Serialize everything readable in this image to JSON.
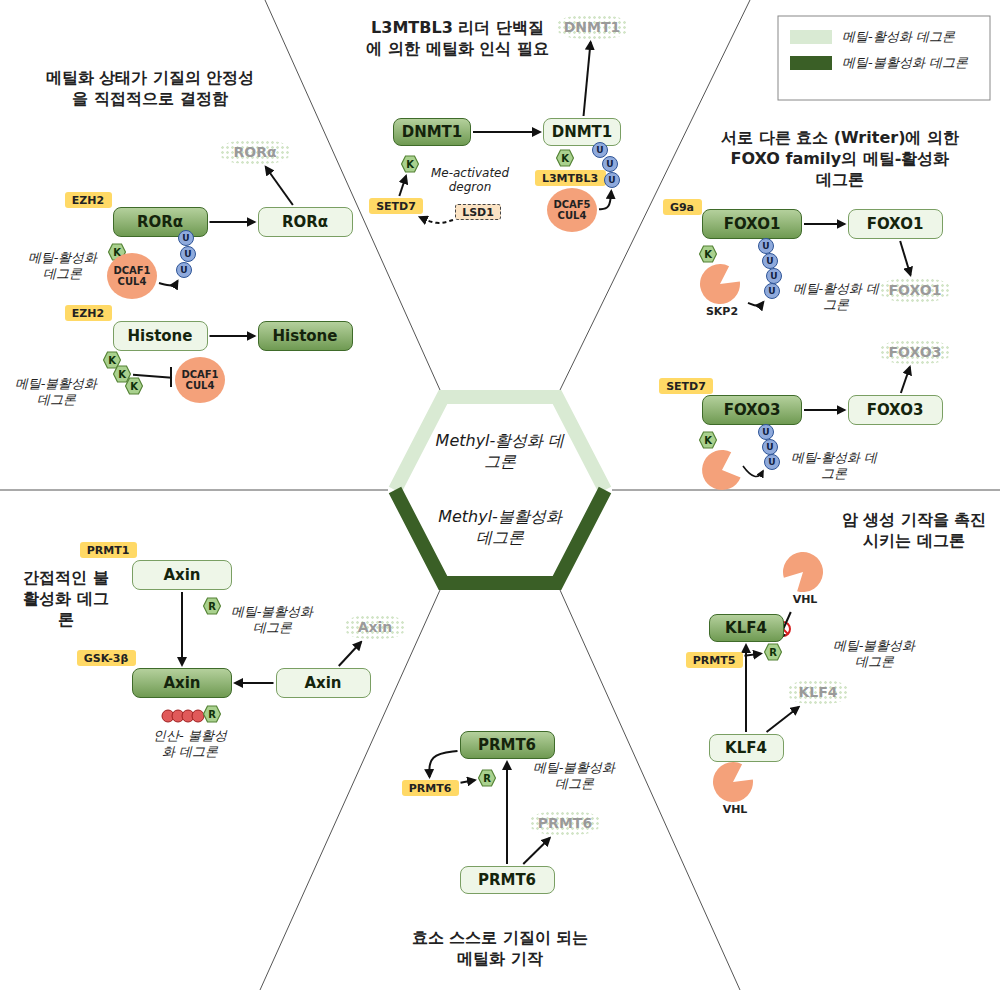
{
  "diagram": {
    "nodes": [
      {
        "text": [
          "EZH2"
        ]
      },
      {
        "text": [
          "RORα"
        ]
      },
      {
        "text": [
          "K"
        ]
      },
      {
        "text": [
          "DCAF1 CUL4"
        ]
      },
      {
        "text": [
          "U"
        ]
      },
      {
        "text": [
          "U"
        ]
      },
      {
        "text": [
          "U"
        ]
      },
      {
        "text": [
          "RORα"
        ]
      },
      {
        "text": [
          "RORα"
        ]
      },
      {
        "text": [
          "EZH2"
        ]
      },
      {
        "text": [
          "Histone"
        ]
      },
      {
        "text": [
          "K"
        ]
      },
      {
        "text": [
          "K"
        ]
      },
      {
        "text": [
          "K"
        ]
      },
      {
        "text": [
          "DCAF1 CUL4"
        ]
      },
      {
        "text": [
          "Histone"
        ]
      },
      {
        "text": [
          "DNMT1"
        ]
      },
      {
        "text": [
          "K"
        ]
      },
      {
        "text": [
          "SETD7"
        ]
      },
      {
        "text": [
          "LSD1"
        ]
      },
      {
        "text": [
          "DNMT1"
        ]
      },
      {
        "text": [
          "DNMT1"
        ]
      },
      {
        "text": [
          "K"
        ]
      },
      {
        "text": [
          "L3MTBL3"
        ]
      },
      {
        "text": [
          "DCAF5 CUL4"
        ]
      },
      {
        "text": [
          "U"
        ]
      },
      {
        "text": [
          "U"
        ]
      },
      {
        "text": [
          "U"
        ]
      },
      {
        "text": [
          "G9a"
        ]
      },
      {
        "text": [
          "FOXO1"
        ]
      },
      {
        "text": [
          "K"
        ]
      },
      {
        "text": [
          "SKP2"
        ]
      },
      {
        "text": [
          "U"
        ]
      },
      {
        "text": [
          "U"
        ]
      },
      {
        "text": [
          "U"
        ]
      },
      {
        "text": [
          "U"
        ]
      },
      {
        "text": [
          "FOXO1"
        ]
      },
      {
        "text": [
          "FOXO1"
        ]
      },
      {
        "text": [
          "SETD7"
        ]
      },
      {
        "text": [
          "FOXO3"
        ]
      },
      {
        "text": [
          "K"
        ]
      },
      {
        "text": [
          "U"
        ]
      },
      {
        "text": [
          "U"
        ]
      },
      {
        "text": [
          "U"
        ]
      },
      {
        "text": [
          "FOXO3"
        ]
      },
      {
        "text": [
          "FOXO3"
        ]
      },
      {
        "text": [
          "Methyl-활성화 데그론",
          "Methyl-불활성화 데그론"
        ]
      },
      {
        "text": [
          "PRMT1"
        ]
      },
      {
        "text": [
          "Axin"
        ]
      },
      {
        "text": [
          "R"
        ]
      },
      {
        "text": [
          "GSK-3β"
        ]
      },
      {
        "text": [
          "Axin"
        ]
      },
      {
        "text": [
          "R"
        ]
      },
      {
        "text": [
          "Axin"
        ]
      },
      {
        "text": [
          "Axin"
        ]
      },
      {
        "text": [
          "PRMT6"
        ]
      },
      {
        "text": [
          "R"
        ]
      },
      {
        "text": [
          "PRMT6"
        ]
      },
      {
        "text": [
          "PRMT6"
        ]
      },
      {
        "text": [
          "PRMT6"
        ]
      },
      {
        "text": [
          "VHL"
        ]
      },
      {
        "text": [
          "KLF4"
        ]
      },
      {
        "text": [
          "R"
        ]
      },
      {
        "text": [
          "PRMT5"
        ]
      },
      {
        "text": [
          "KLF4"
        ]
      },
      {
        "text": [
          "VHL"
        ]
      },
      {
        "text": [
          "KLF4"
        ]
      }
    ],
    "edges": [
      {
        "from": 3,
        "to": 6,
        "arrow": "to"
      },
      {
        "from": 1,
        "to": 7,
        "arrow": "to"
      },
      {
        "from": 7,
        "to": 8,
        "arrow": "to"
      },
      {
        "from": 12,
        "to": 14,
        "arrow": "none"
      },
      {
        "from": 10,
        "to": 15,
        "arrow": "to"
      },
      {
        "from": 18,
        "to": 17,
        "arrow": "to"
      },
      {
        "from": 19,
        "to": 18,
        "arrow": "to"
      },
      {
        "from": 16,
        "to": 20,
        "arrow": "to"
      },
      {
        "from": 20,
        "to": 21,
        "arrow": "to"
      },
      {
        "from": 24,
        "to": 27,
        "arrow": "to"
      },
      {
        "from": 29,
        "to": 36,
        "arrow": "to"
      },
      {
        "from": 36,
        "to": 37,
        "arrow": "to"
      },
      {
        "from": 31,
        "to": 35,
        "arrow": "to"
      },
      {
        "from": 39,
        "to": 44,
        "arrow": "to"
      },
      {
        "from": 44,
        "to": 45,
        "arrow": "to"
      },
      {
        "from": 48,
        "to": 51,
        "arrow": "to"
      },
      {
        "from": 53,
        "to": 51,
        "arrow": "to"
      },
      {
        "from": 53,
        "to": 54,
        "arrow": "to"
      },
      {
        "from": 55,
        "to": 57,
        "arrow": "to"
      },
      {
        "from": 57,
        "to": 56,
        "arrow": "to"
      },
      {
        "from": 58,
        "to": 55,
        "arrow": "to"
      },
      {
        "from": 58,
        "to": 59,
        "arrow": "to"
      },
      {
        "from": 60,
        "to": 62,
        "arrow": "to"
      },
      {
        "from": 64,
        "to": 61,
        "arrow": "to"
      },
      {
        "from": 64,
        "to": 66,
        "arrow": "to"
      },
      {
        "from": 63,
        "to": 62,
        "arrow": "to"
      }
    ],
    "labels": [
      "메틸화 상태가 기질의 안정성을 직접적으로 결정함",
      "메틸-활성화 데그론",
      "메틸-불활성화 데그론",
      "L3MTBL3 리더 단백질에 의한 메틸화 인식 필요",
      "Me-activated degron",
      "서로 다른 효소 (Writer)에 의한 FOXO family의 메틸-활성화 데그론",
      "메틸-활성화 데그론",
      "메틸-활성화 데그론",
      "간접적인 불활성화 데그론",
      "메틸-불활성화 데그론",
      "인산- 불활성화 데그론",
      "효소 스스로 기질이 되는 메틸화 기작",
      "메틸-불활성화 데그론",
      "암 생성 기작을 촉진시키는 데그론",
      "메틸-불활성화 데그론"
    ],
    "legend": [
      {
        "text": "메틸-활성화 데그론",
        "color": "#d9ead3"
      },
      {
        "text": "메틸-불활성화 데그론",
        "color": "#3a5f26"
      }
    ]
  }
}
